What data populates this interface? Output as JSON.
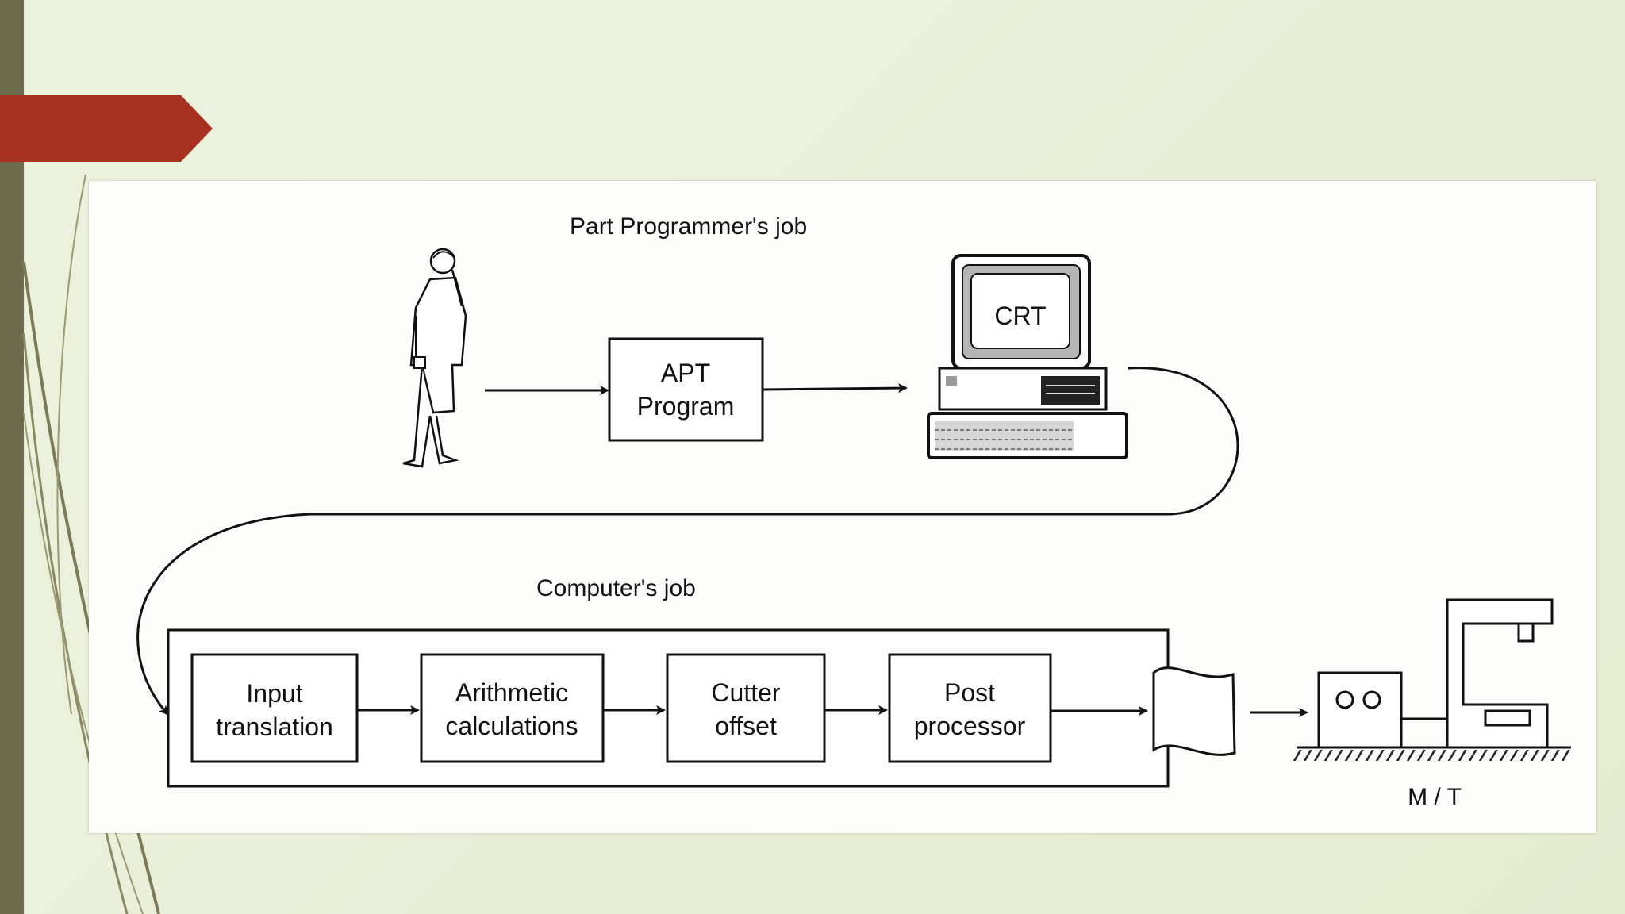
{
  "slide": {
    "accent_color": "#a83220",
    "sidebar_color": "#6e6a4c",
    "background_color": "#e8eed6"
  },
  "diagram": {
    "part_programmer_title": "Part Programmer's job",
    "apt_box": [
      "APT",
      "Program"
    ],
    "crt_label": "CRT",
    "computer_title": "Computer's job",
    "steps": [
      {
        "line1": "Input",
        "line2": "translation"
      },
      {
        "line1": "Arithmetic",
        "line2": "calculations"
      },
      {
        "line1": "Cutter",
        "line2": "offset"
      },
      {
        "line1": "Post",
        "line2": "processor"
      }
    ],
    "machine_tool_label": "M / T",
    "icons": [
      "person-icon",
      "computer-terminal-icon",
      "punched-tape-icon",
      "machine-tool-icon"
    ]
  }
}
